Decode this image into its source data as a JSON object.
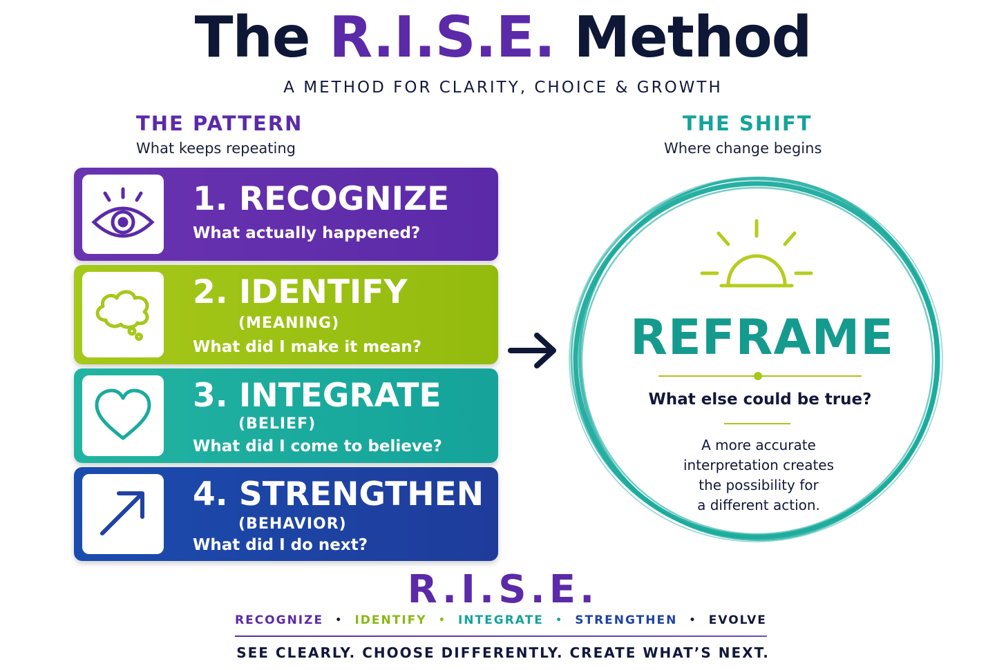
{
  "title": {
    "prefix": "The",
    "accent": "R.I.S.E.",
    "suffix": "Method"
  },
  "subtitle": "A METHOD FOR CLARITY, CHOICE & GROWTH",
  "pattern": {
    "heading": "THE PATTERN",
    "subheading": "What keeps repeating"
  },
  "shift": {
    "heading": "THE SHIFT",
    "subheading": "Where change begins"
  },
  "steps": [
    {
      "heading": "1. RECOGNIZE",
      "tag": "",
      "question": "What actually happened?",
      "icon": "eye-icon",
      "color": "#5b2aa8"
    },
    {
      "heading": "2. IDENTIFY",
      "tag": "(MEANING)",
      "question": "What did I make it mean?",
      "icon": "thought-bubble-icon",
      "color": "#9fc414"
    },
    {
      "heading": "3. INTEGRATE",
      "tag": "(BELIEF)",
      "question": "What did I come to believe?",
      "icon": "heart-icon",
      "color": "#1aab9d"
    },
    {
      "heading": "4. STRENGTHEN",
      "tag": "(BEHAVIOR)",
      "question": "What did I do next?",
      "icon": "arrow-up-right-icon",
      "color": "#1f42a3"
    }
  ],
  "reframe": {
    "title": "REFRAME",
    "question": "What else could be true?",
    "body_lines": [
      "A more accurate",
      "interpretation creates",
      "the possibility for",
      "a different action."
    ],
    "icon": "sun-icon",
    "color": "#159a8e"
  },
  "acronym": "R.I.S.E.",
  "legend": [
    {
      "label": "RECOGNIZE",
      "color": "#5b2aa8"
    },
    {
      "label": "IDENTIFY",
      "color": "#8ab814"
    },
    {
      "label": "INTEGRATE",
      "color": "#15a39a"
    },
    {
      "label": "STRENGTHEN",
      "color": "#1f42a3"
    },
    {
      "label": "EVOLVE",
      "color": "#12183a"
    }
  ],
  "tagline": "SEE CLEARLY. CHOOSE DIFFERENTLY. CREATE WHAT’S NEXT."
}
